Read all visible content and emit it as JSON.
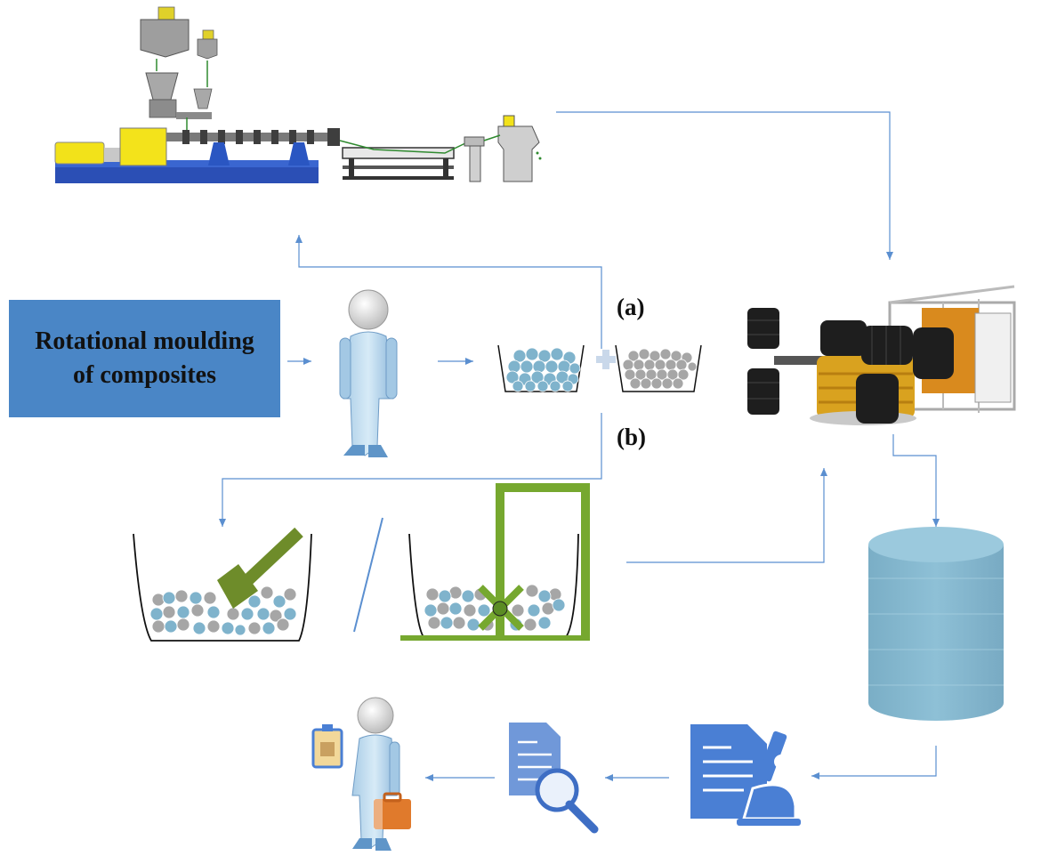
{
  "title": {
    "line1": "Rotational moulding",
    "line2": "of composites"
  },
  "labels": {
    "a": "(a)",
    "b": "(b)"
  },
  "colors": {
    "title_box": "#4a86c6",
    "arrow": "#5b8fd0",
    "blue_granule": "#7fb3cc",
    "grey_granule": "#a6a6a6",
    "mixer_green": "#76a82f",
    "tank": "#83b4cc",
    "document": "#4a7fd4"
  },
  "icons": {
    "extruder": "extrusion-line-icon",
    "operator": "person-icon",
    "machine": "rotomoulding-machine-icon",
    "tank": "cylinder-tank-icon",
    "lab": "document-microscope-icon",
    "review": "document-magnifier-icon",
    "inspector": "person-with-clipboard-icon"
  }
}
